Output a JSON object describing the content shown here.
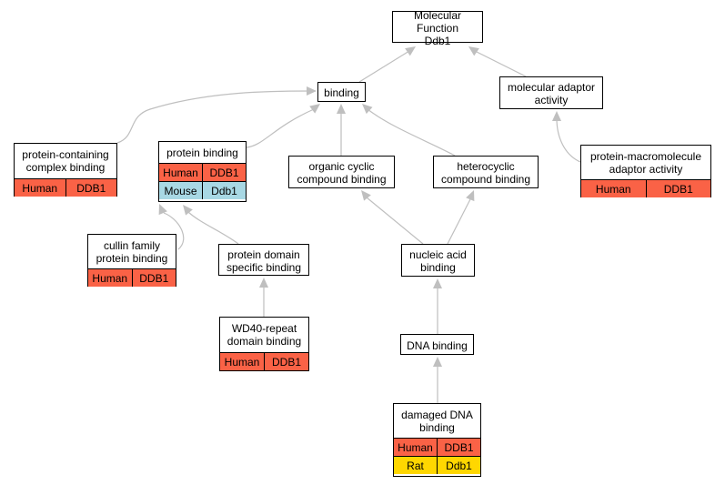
{
  "nodes": {
    "mf": {
      "label": "Molecular Function\nDdb1"
    },
    "binding": {
      "label": "binding"
    },
    "adaptor": {
      "label": "molecular adaptor\nactivity"
    },
    "pcb": {
      "label": "protein-containing\ncomplex binding",
      "species": [
        {
          "name": "Human",
          "gene": "DDB1",
          "color": "#fa6246"
        }
      ]
    },
    "pb": {
      "label": "protein binding",
      "species": [
        {
          "name": "Human",
          "gene": "DDB1",
          "color": "#fa6246"
        },
        {
          "name": "Mouse",
          "gene": "Ddb1",
          "color": "#a8d8e4"
        }
      ]
    },
    "ocb": {
      "label": "organic cyclic\ncompound binding"
    },
    "hcb": {
      "label": "heterocyclic\ncompound binding"
    },
    "pmaa": {
      "label": "protein-macromolecule\nadaptor activity",
      "species": [
        {
          "name": "Human",
          "gene": "DDB1",
          "color": "#fa6246"
        }
      ]
    },
    "cullin": {
      "label": "cullin family\nprotein binding",
      "species": [
        {
          "name": "Human",
          "gene": "DDB1",
          "color": "#fa6246"
        }
      ]
    },
    "pdsb": {
      "label": "protein domain\nspecific binding"
    },
    "nab": {
      "label": "nucleic acid\nbinding"
    },
    "wd40": {
      "label": "WD40-repeat\ndomain binding",
      "species": [
        {
          "name": "Human",
          "gene": "DDB1",
          "color": "#fa6246"
        }
      ]
    },
    "dnab": {
      "label": "DNA binding"
    },
    "ddnab": {
      "label": "damaged DNA\nbinding",
      "species": [
        {
          "name": "Human",
          "gene": "DDB1",
          "color": "#fa6246"
        },
        {
          "name": "Rat",
          "gene": "Ddb1",
          "color": "#ffd700"
        }
      ]
    }
  },
  "edges": [
    {
      "from": "binding",
      "to": "mf"
    },
    {
      "from": "adaptor",
      "to": "mf"
    },
    {
      "from": "pcb",
      "to": "binding"
    },
    {
      "from": "pb",
      "to": "binding"
    },
    {
      "from": "ocb",
      "to": "binding"
    },
    {
      "from": "hcb",
      "to": "binding"
    },
    {
      "from": "pmaa",
      "to": "adaptor"
    },
    {
      "from": "cullin",
      "to": "pb"
    },
    {
      "from": "pdsb",
      "to": "pb"
    },
    {
      "from": "wd40",
      "to": "pdsb"
    },
    {
      "from": "nab",
      "to": "ocb"
    },
    {
      "from": "nab",
      "to": "hcb"
    },
    {
      "from": "dnab",
      "to": "nab"
    },
    {
      "from": "ddnab",
      "to": "dnab"
    }
  ]
}
